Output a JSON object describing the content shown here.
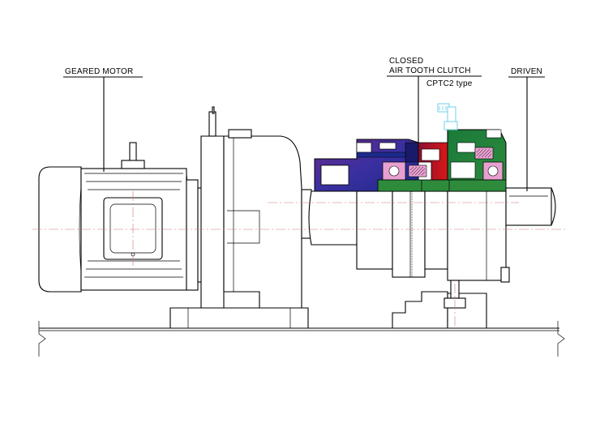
{
  "labels": {
    "geared_motor": "GEARED MOTOR",
    "closed": "CLOSED",
    "air_tooth_clutch": "AIR TOOTH CLUTCH",
    "model": "CPTC2  type",
    "driven": "DRIVEN"
  },
  "colors": {
    "line": "#000000",
    "centerline": "#c87878",
    "housing_blue": "#3b2fa0",
    "housing_purple": "#6a2a8a",
    "piston_red": "#c01818",
    "shaft_green": "#2e8b3c",
    "bearing_pink": "#e8a0d0",
    "air_fitting": "#6fd0e8"
  }
}
